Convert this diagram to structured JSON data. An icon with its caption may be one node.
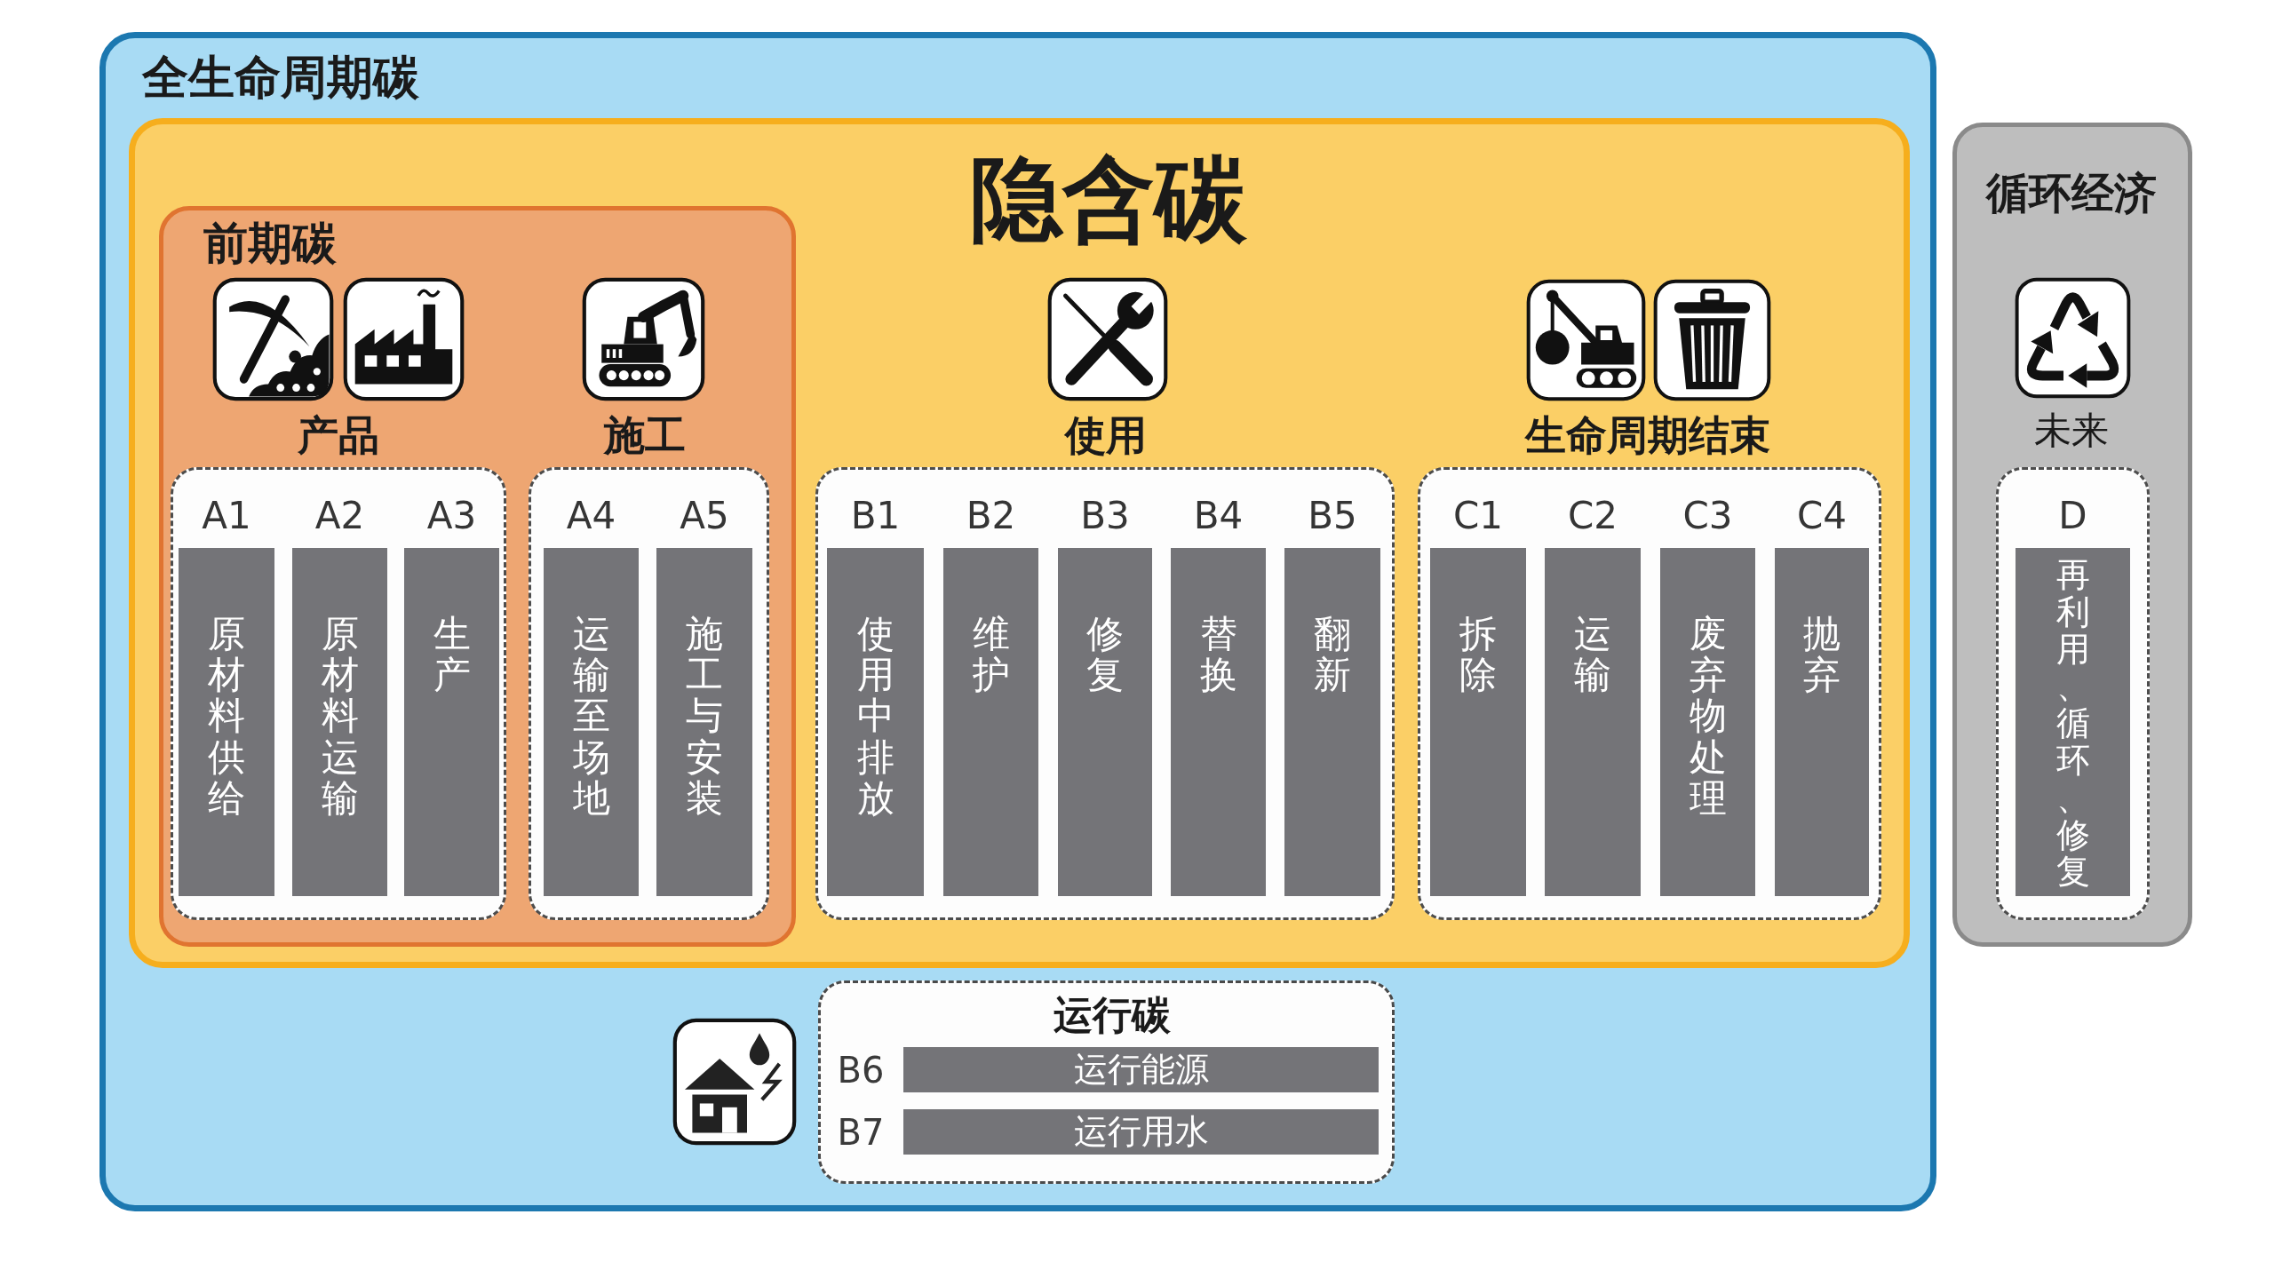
{
  "diagram": {
    "nodes": [
      {
        "text": [
          "全生命周期碳"
        ]
      },
      {
        "text": [
          "隐含碳"
        ],
        "in": 0
      },
      {
        "text": [
          "前期碳"
        ],
        "in": 1
      },
      {
        "text": [
          "产品"
        ],
        "in": 2
      },
      {
        "text": [
          "A1",
          "原材料供给"
        ],
        "in": 3
      },
      {
        "text": [
          "A2",
          "原材料运输"
        ],
        "in": 3
      },
      {
        "text": [
          "A3",
          "生产"
        ],
        "in": 3
      },
      {
        "text": [
          "施工"
        ],
        "in": 2
      },
      {
        "text": [
          "A4",
          "运输至场地"
        ],
        "in": 7
      },
      {
        "text": [
          "A5",
          "施工与安装"
        ],
        "in": 7
      },
      {
        "text": [
          "使用"
        ],
        "in": 1
      },
      {
        "text": [
          "B1",
          "使用中排放"
        ],
        "in": 10
      },
      {
        "text": [
          "B2",
          "维护"
        ],
        "in": 10
      },
      {
        "text": [
          "B3",
          "修复"
        ],
        "in": 10
      },
      {
        "text": [
          "B4",
          "替换"
        ],
        "in": 10
      },
      {
        "text": [
          "B5",
          "翻新"
        ],
        "in": 10
      },
      {
        "text": [
          "生命周期结束"
        ],
        "in": 1
      },
      {
        "text": [
          "C1",
          "拆除"
        ],
        "in": 16
      },
      {
        "text": [
          "C2",
          "运输"
        ],
        "in": 16
      },
      {
        "text": [
          "C3",
          "废弃物处理"
        ],
        "in": 16
      },
      {
        "text": [
          "C4",
          "抛弃"
        ],
        "in": 16
      },
      {
        "text": [
          "运行碳"
        ],
        "in": 0
      },
      {
        "text": [
          "B6",
          "运行能源"
        ],
        "in": 21
      },
      {
        "text": [
          "B7",
          "运行用水"
        ],
        "in": 21
      },
      {
        "text": [
          "循环经济"
        ]
      },
      {
        "text": [
          "未来"
        ],
        "in": 24
      },
      {
        "text": [
          "D",
          "再利用、循环、修复"
        ],
        "in": 25
      }
    ]
  }
}
